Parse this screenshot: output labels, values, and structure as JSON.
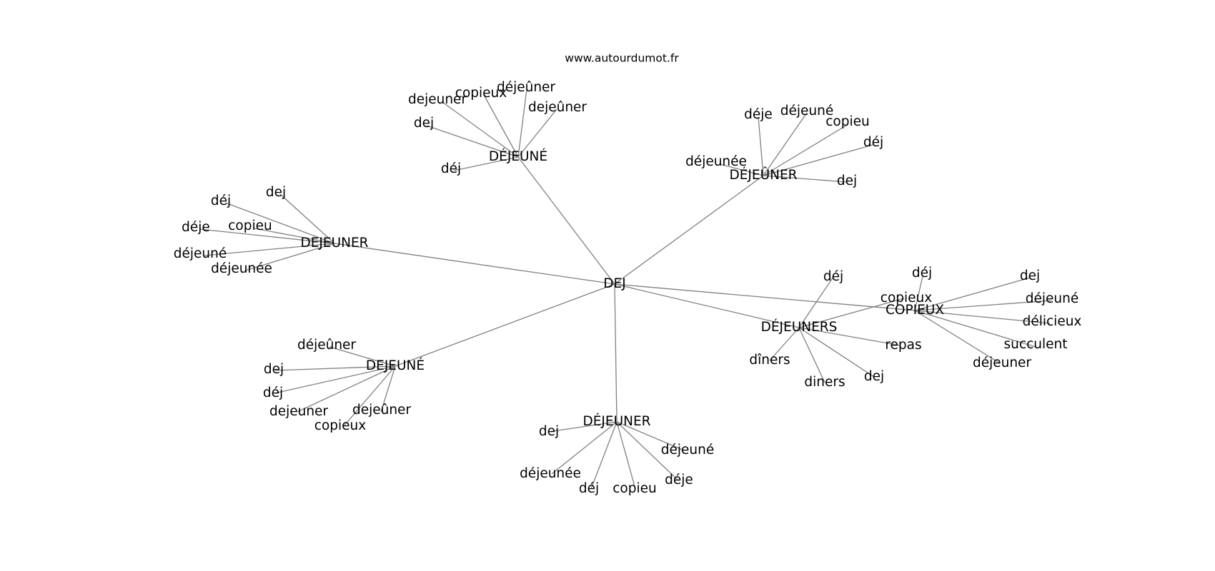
{
  "site_title": "www.autourdumot.fr",
  "center": "DEJ",
  "clusters": [
    {
      "hub": "DÉJEUNÉ",
      "leaves": [
        "dejeuner",
        "copieux",
        "déjeûner",
        "dejeûner",
        "dej",
        "déj"
      ]
    },
    {
      "hub": "DÉJEÛNER",
      "leaves": [
        "déje",
        "déjeuné",
        "copieu",
        "déj",
        "déjeunée",
        "dej"
      ]
    },
    {
      "hub": "DEJEUNER",
      "leaves": [
        "dej",
        "déj",
        "copieu",
        "déje",
        "déjeuné",
        "déjeunée"
      ]
    },
    {
      "hub": "COPIEUX",
      "leaves": [
        "déj",
        "dej",
        "déjeuné",
        "délicieux",
        "succulent",
        "déjeuner"
      ]
    },
    {
      "hub": "DÉJEUNERS",
      "leaves": [
        "déj",
        "copieux",
        "repas",
        "dîners",
        "diners",
        "dej"
      ]
    },
    {
      "hub": "DEJEUNÉ",
      "leaves": [
        "déjeûner",
        "dej",
        "déj",
        "dejeuner",
        "dejeûner",
        "copieux"
      ]
    },
    {
      "hub": "DÉJEUNER",
      "leaves": [
        "dej",
        "déjeuné",
        "déjeunée",
        "déj",
        "copieu",
        "déje"
      ]
    }
  ]
}
